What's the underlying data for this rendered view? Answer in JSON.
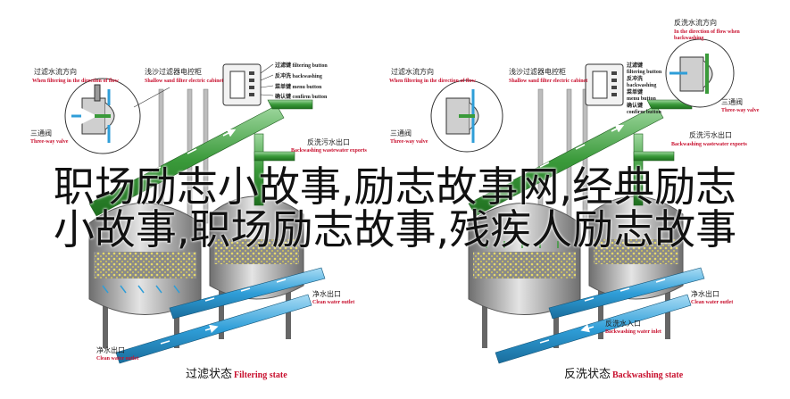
{
  "overlay": {
    "line1": "职场励志小故事,励志故事网,经典励志",
    "line2": "小故事,职场励志故事,残疾人励志故事"
  },
  "left": {
    "flow_dir_zh": "过滤水流方向",
    "flow_dir_en": "When filtering in the direction of flow",
    "cabinet_zh": "浅沙过滤器电控柜",
    "cabinet_en": "Shallow sand filter electric cabinet",
    "btn_filter": "过滤键 filtering button",
    "btn_backwash": "反冲洗 backwashing",
    "btn_menu": "菜单键 menu button",
    "btn_confirm": "确认键 confirm button",
    "three_way_zh": "三通阀",
    "three_way_en": "Three-way valve",
    "ww_zh": "反洗污水出口",
    "ww_en": "Backwashing wastewater exports",
    "clean_zh": "净水出口",
    "clean_en": "Clean water outlet",
    "clean_in_zh": "净水出口",
    "clean_in_en": "Clean water outlet",
    "state_zh": "过滤状态",
    "state_en": "Filtering state"
  },
  "right": {
    "flow_dir_zh": "反洗水流方向",
    "flow_dir_en1": "In the direction of flow when",
    "flow_dir_en2": "backwashing",
    "flow_dir_zh2": "过滤水流方向",
    "flow_dir_en3": "When filtering in the direction of flow",
    "cabinet_zh": "浅沙过滤器电控柜",
    "cabinet_en": "Shallow sand filter electric cabinet",
    "btn_filter": "过滤键",
    "btn_filter_en": "filtering button",
    "btn_backwash": "反冲洗",
    "btn_backwash_en": "backwashing",
    "btn_menu": "菜单键",
    "btn_menu_en": "menu button",
    "btn_confirm": "确认键",
    "btn_confirm_en": "confirm button",
    "three_way_zh": "三通阀",
    "three_way_en": "Three-way valve",
    "three_way_zh2": "三通阀",
    "three_way_en2": "Three-way valve",
    "ww_zh": "反洗污水出口",
    "ww_en": "Backwashing wastewater exports",
    "clean_zh": "净水出口",
    "clean_en": "Clean water outlet",
    "inlet_zh": "反洗水入口",
    "inlet_en": "Backwashing water inlet",
    "state_zh": "反洗状态",
    "state_en": "Backwashing state"
  },
  "colors": {
    "pipe_green": "#3a9a3a",
    "pipe_green_light": "#7fc47f",
    "pipe_blue": "#2f9ed8",
    "tank_gray": "#9a9a9a",
    "sand_yellow": "#e6d96a",
    "label_red": "#c8102e"
  }
}
